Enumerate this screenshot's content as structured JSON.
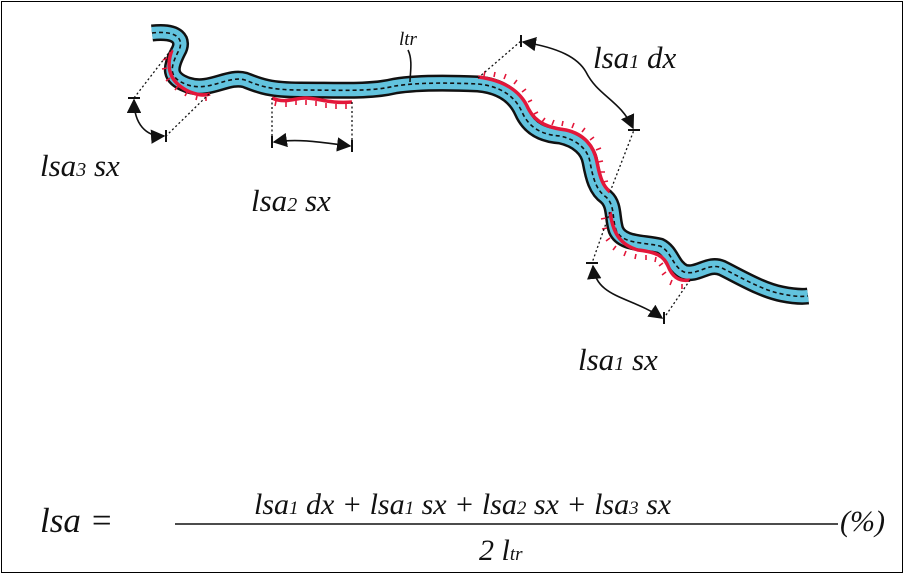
{
  "figure": {
    "colors": {
      "river_fill": "#62c3de",
      "river_outline": "#111111",
      "eroded_bank": "#e3173a",
      "bank_ticks": "#e3173a",
      "lines": "#111111"
    },
    "labels": {
      "ltr": "ltr",
      "lsa1_dx": {
        "main": "lsa",
        "sub": "1",
        "suffix": " dx"
      },
      "lsa1_sx": {
        "main": "lsa",
        "sub": "1",
        "suffix": " sx"
      },
      "lsa2_sx": {
        "main": "lsa",
        "sub": "2",
        "suffix": " sx"
      },
      "lsa3_sx": {
        "main": "lsa",
        "sub": "3",
        "suffix": " sx"
      }
    }
  },
  "formula": {
    "lhs": "lsa =",
    "numerator": "lsa1 dx + lsa1 sx + lsa2 sx + lsa3 sx",
    "denominator": {
      "factor": "2 l",
      "sub": "tr"
    },
    "unit": "(%)"
  }
}
